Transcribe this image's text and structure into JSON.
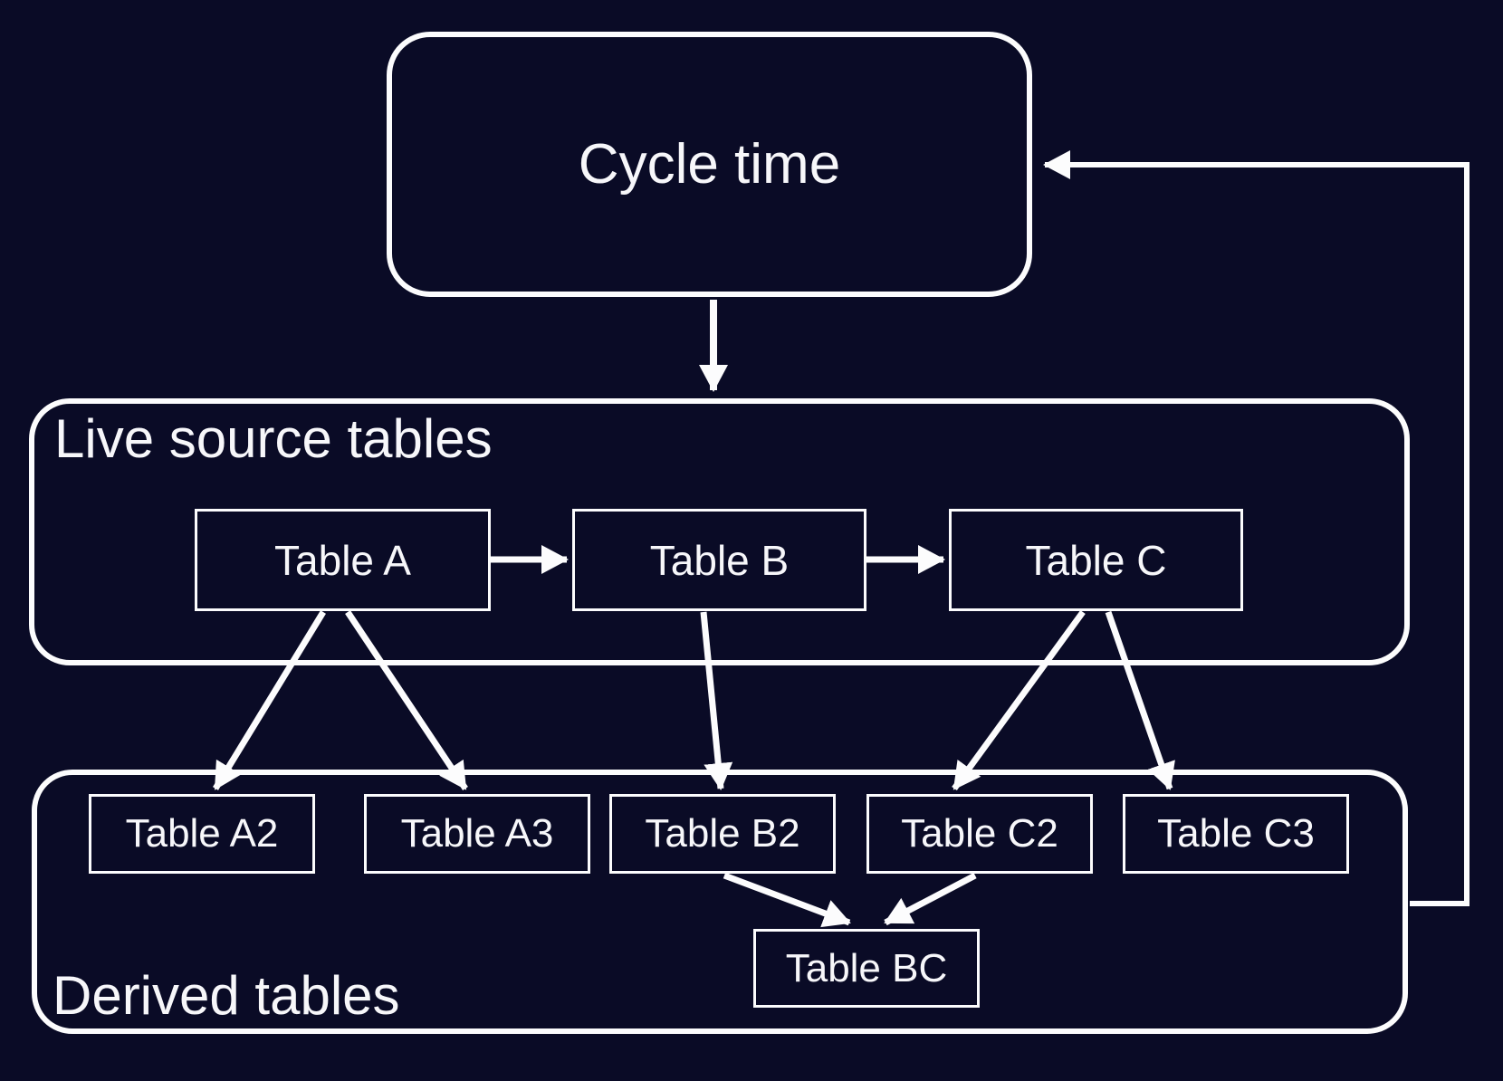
{
  "colors": {
    "background": "#0a0b26",
    "stroke": "#fcfcfd",
    "text": "#f7f7fa"
  },
  "cycle_box": {
    "label": "Cycle time"
  },
  "live_container": {
    "label": "Live source tables",
    "tables": [
      {
        "id": "A",
        "label": "Table A"
      },
      {
        "id": "B",
        "label": "Table B"
      },
      {
        "id": "C",
        "label": "Table C"
      }
    ]
  },
  "derived_container": {
    "label": "Derived tables",
    "tables": [
      {
        "id": "A2",
        "label": "Table A2"
      },
      {
        "id": "A3",
        "label": "Table A3"
      },
      {
        "id": "B2",
        "label": "Table B2"
      },
      {
        "id": "C2",
        "label": "Table C2"
      },
      {
        "id": "C3",
        "label": "Table C3"
      }
    ],
    "merged": {
      "id": "BC",
      "label": "Table BC"
    }
  },
  "edges": [
    {
      "from": "Cycle time",
      "to": "Live source tables"
    },
    {
      "from": "Table A",
      "to": "Table B"
    },
    {
      "from": "Table B",
      "to": "Table C"
    },
    {
      "from": "Table A",
      "to": "Table A2"
    },
    {
      "from": "Table A",
      "to": "Table A3"
    },
    {
      "from": "Table B",
      "to": "Table B2"
    },
    {
      "from": "Table C",
      "to": "Table C2"
    },
    {
      "from": "Table C",
      "to": "Table C3"
    },
    {
      "from": "Table B2",
      "to": "Table BC"
    },
    {
      "from": "Table C2",
      "to": "Table BC"
    },
    {
      "from": "Derived tables",
      "to": "Cycle time"
    }
  ]
}
